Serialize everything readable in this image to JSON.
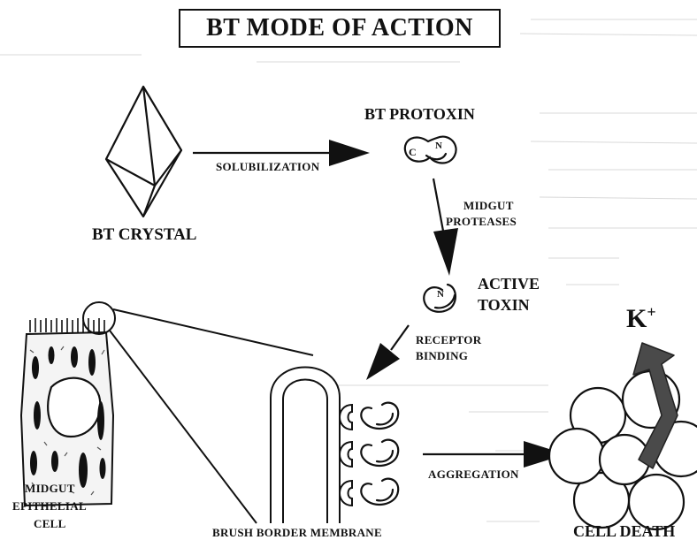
{
  "title": "BT MODE OF ACTION",
  "labels": {
    "crystal": "BT CRYSTAL",
    "solubilization": "SOLUBILIZATION",
    "protoxin": "BT PROTOXIN",
    "midgut_proteases_1": "MIDGUT",
    "midgut_proteases_2": "PROTEASES",
    "active_toxin_1": "ACTIVE",
    "active_toxin_2": "TOXIN",
    "receptor_binding_1": "RECEPTOR",
    "receptor_binding_2": "BINDING",
    "aggregation": "AGGREGATION",
    "cell_death": "CELL DEATH",
    "potassium": "K",
    "potassium_charge": "+",
    "brush_border": "BRUSH BORDER MEMBRANE",
    "epithelial_1": "MIDGUT",
    "epithelial_2": "EPITHELIAL",
    "epithelial_3": "CELL"
  },
  "protein_domain_letters": {
    "c_terminus": "C",
    "n_terminus": "N"
  },
  "colors": {
    "ink": "#111111",
    "potassium_arrow": "#4a4a4a",
    "background": "#ffffff"
  }
}
